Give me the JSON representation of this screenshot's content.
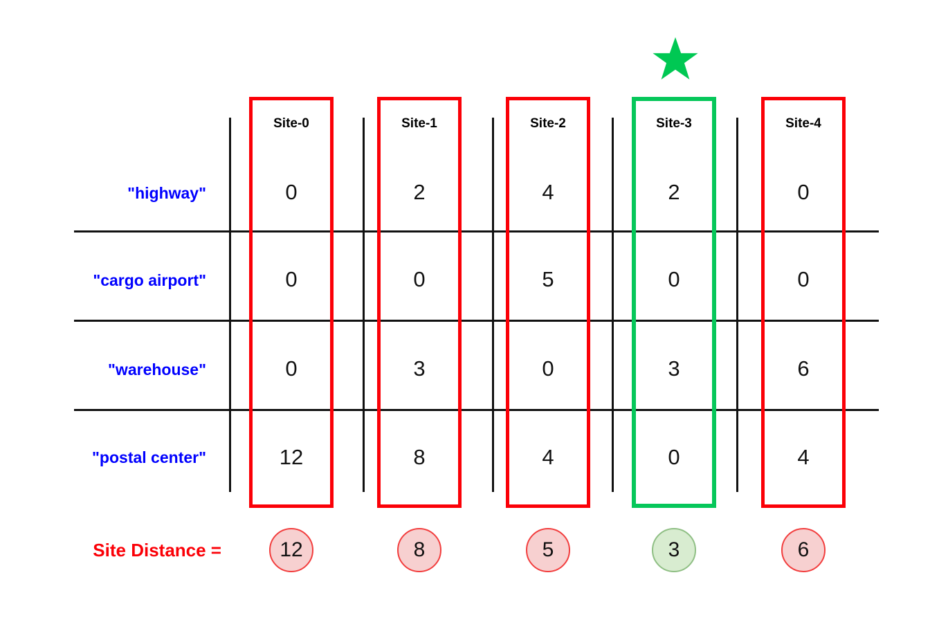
{
  "diagram": {
    "title_marker": "star-icon",
    "columns": [
      {
        "header": "Site-0",
        "selected": false
      },
      {
        "header": "Site-1",
        "selected": false
      },
      {
        "header": "Site-2",
        "selected": false
      },
      {
        "header": "Site-3",
        "selected": true
      },
      {
        "header": "Site-4",
        "selected": false
      }
    ],
    "rows": [
      {
        "label": "\"highway\"",
        "values": [
          "0",
          "2",
          "4",
          "2",
          "0"
        ]
      },
      {
        "label": "\"cargo airport\"",
        "values": [
          "0",
          "0",
          "5",
          "0",
          "0"
        ]
      },
      {
        "label": "\"warehouse\"",
        "values": [
          "0",
          "3",
          "0",
          "3",
          "6"
        ]
      },
      {
        "label": "\"postal center\"",
        "values": [
          "12",
          "8",
          "4",
          "0",
          "4"
        ]
      }
    ],
    "summary": {
      "label": "Site Distance =",
      "values": [
        "12",
        "8",
        "5",
        "3",
        "6"
      ],
      "selected_index": 3
    },
    "colors": {
      "label_blue": "#0000ff",
      "highlight_red": "#fb0007",
      "selected_green": "#06c75a",
      "star_green": "#00c853",
      "circle_pink_fill": "#f7d0d0",
      "circle_pink_border": "#f23d3d",
      "circle_green_fill": "#d8ecd0",
      "circle_green_border": "#8fbf84",
      "grid_black": "#111111"
    }
  }
}
